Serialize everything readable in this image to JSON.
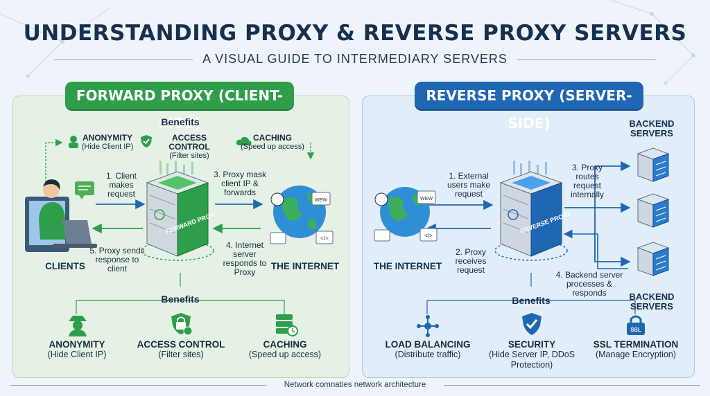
{
  "header": {
    "title": "UNDERSTANDING PROXY & REVERSE PROXY SERVERS",
    "subtitle": "A VISUAL GUIDE TO INTERMEDIARY SERVERS"
  },
  "forward": {
    "pill": "FORWARD PROXY (CLIENT-SIDE)",
    "benefits_heading_top": "Benefits",
    "top_benefits": [
      {
        "title": "ANONYMITY",
        "desc": "(Hide Client IP)",
        "icon": "user-icon"
      },
      {
        "title": "ACCESS CONTROL",
        "desc": "(Filter sites)",
        "icon": "shield-icon"
      },
      {
        "title": "CACHING",
        "desc": "(Speed up access)",
        "icon": "cloud-icon"
      }
    ],
    "steps": {
      "s1": "1. Client makes request",
      "s3": "3. Proxy mask client IP & forwards",
      "s4": "4. Internet server responds to Proxy",
      "s5": "5. Proxy sends response to client"
    },
    "clients_label": "CLIENTS",
    "server_label": "FORWARD PROXY",
    "internet_label": "THE INTERNET",
    "benefits_heading_bottom": "Benefits",
    "bottom_benefits": [
      {
        "title": "ANONYMITY",
        "desc": "(Hide Client IP)",
        "icon": "spy-icon"
      },
      {
        "title": "ACCESS CONTROL",
        "desc": "(Filter sites)",
        "icon": "lock-icon"
      },
      {
        "title": "CACHING",
        "desc": "(Speed up access)",
        "icon": "cache-icon"
      }
    ]
  },
  "reverse": {
    "pill": "REVERSE PROXY (SERVER-SIDE)",
    "internet_label": "THE INTERNET",
    "server_label": "REVERSE PROXY",
    "backend_top": "BACKEND SERVERS",
    "backend_bottom": "BACKEND SERVERS",
    "steps": {
      "s1": "1. External users make request",
      "s2": "2. Proxy receives request",
      "s3": "3. Proxy routes request internally",
      "s4": "4. Backend server processes & responds"
    },
    "benefits_heading": "Benefits",
    "bottom_benefits": [
      {
        "title": "LOAD BALANCING",
        "desc": "(Distribute traffic)",
        "icon": "network-icon"
      },
      {
        "title": "SECURITY",
        "desc": "(Hide Server IP, DDoS Protection)",
        "icon": "shield-check-icon"
      },
      {
        "title": "SSL TERMINATION",
        "desc": "(Manage Encryption)",
        "icon": "ssl-lock-icon"
      }
    ]
  },
  "footer": "Network comnaties network architecture",
  "colors": {
    "green": "#2e9e4a",
    "blue": "#1f66b3",
    "navy": "#15314f"
  }
}
